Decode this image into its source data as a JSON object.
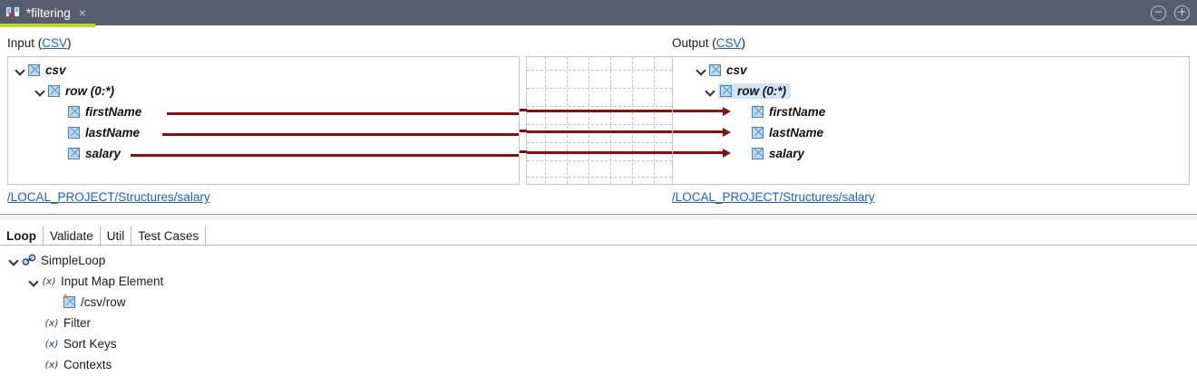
{
  "titlebar": {
    "tab_label": "*filtering",
    "tab_icon": "mapping-document-icon",
    "close_label": "×",
    "minimize_label": "−",
    "maximize_label": "+",
    "accent_color": "#bdd530",
    "background_color": "#565e6e"
  },
  "mapping": {
    "input": {
      "label_prefix": "Input (",
      "label_link": "CSV",
      "label_suffix": ")",
      "footer_link": "/LOCAL_PROJECT/Structures/salary",
      "nodes": [
        {
          "label": "csv",
          "depth": 0,
          "expandable": true,
          "selected": false
        },
        {
          "label": "row (0:*)",
          "depth": 1,
          "expandable": true,
          "selected": false
        },
        {
          "label": "firstName",
          "depth": 2,
          "expandable": false,
          "selected": false
        },
        {
          "label": "lastName",
          "depth": 2,
          "expandable": false,
          "selected": false
        },
        {
          "label": "salary",
          "depth": 2,
          "expandable": false,
          "selected": false
        }
      ]
    },
    "output": {
      "label_prefix": "Output (",
      "label_link": "CSV",
      "label_suffix": ")",
      "footer_link": "/LOCAL_PROJECT/Structures/salary",
      "nodes": [
        {
          "label": "csv",
          "depth": 0,
          "expandable": true,
          "selected": false
        },
        {
          "label": "row (0:*)",
          "depth": 1,
          "expandable": true,
          "selected": true
        },
        {
          "label": "firstName",
          "depth": 2,
          "expandable": false,
          "selected": false
        },
        {
          "label": "lastName",
          "depth": 2,
          "expandable": false,
          "selected": false
        },
        {
          "label": "salary",
          "depth": 2,
          "expandable": false,
          "selected": false
        }
      ]
    },
    "connections": [
      {
        "from": "firstName",
        "to": "firstName"
      },
      {
        "from": "lastName",
        "to": "lastName"
      },
      {
        "from": "salary",
        "to": "salary"
      }
    ],
    "wire_color": "#8a1010",
    "grid_color": "#bdbdbd"
  },
  "bottom": {
    "tabs": [
      {
        "label": "Loop",
        "active": true
      },
      {
        "label": "Validate",
        "active": false
      },
      {
        "label": "Util",
        "active": false
      },
      {
        "label": "Test Cases",
        "active": false
      }
    ],
    "tree": [
      {
        "label": "SimpleLoop",
        "depth": 0,
        "icon": "chain-icon",
        "expandable": true
      },
      {
        "label": "Input Map Element",
        "depth": 1,
        "icon": "fx-icon",
        "expandable": true
      },
      {
        "label": "/csv/row",
        "depth": 2,
        "icon": "path-node-icon",
        "expandable": false
      },
      {
        "label": "Filter",
        "depth": 1,
        "icon": "fx-icon",
        "expandable": false
      },
      {
        "label": "Sort Keys",
        "depth": 1,
        "icon": "fx-icon",
        "expandable": false
      },
      {
        "label": "Contexts",
        "depth": 1,
        "icon": "fx-icon",
        "expandable": false
      }
    ],
    "fx_glyph": "(x)"
  }
}
